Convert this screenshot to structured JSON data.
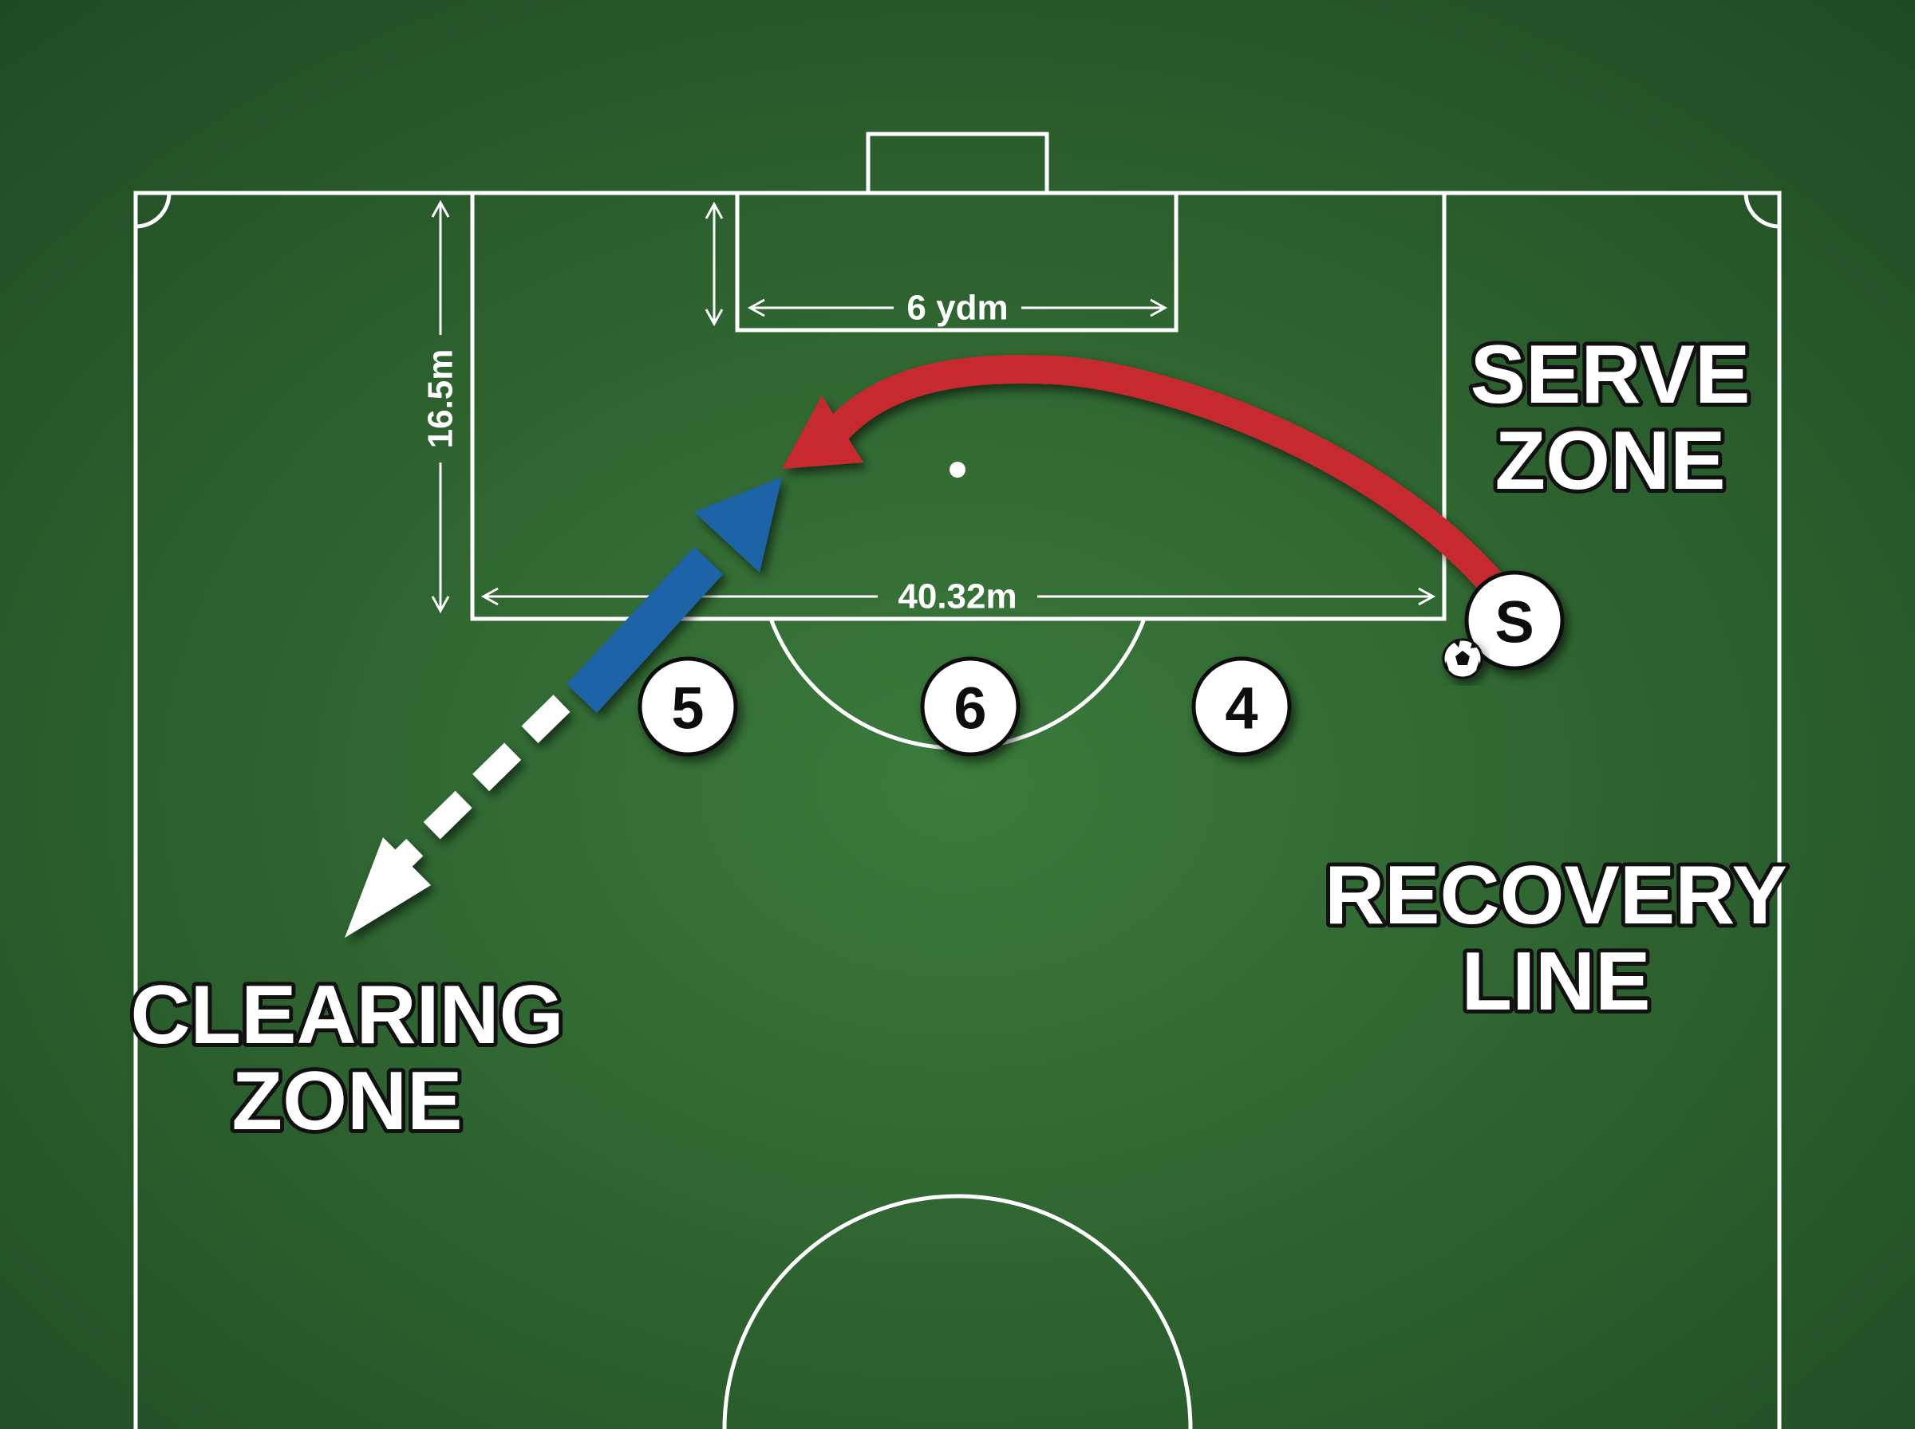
{
  "colors": {
    "pitch_center": "#3a7a3c",
    "pitch_edge": "#204a22",
    "lines": "#ffffff",
    "serve_arrow": "#c62a2f",
    "run_arrow": "#1f63a8",
    "clear_arrow": "#ffffff",
    "marker_fill": "#ffffff",
    "marker_text": "#111111"
  },
  "dimensions": {
    "goal_area_width": "6 ydm",
    "penalty_area_depth": "16.5m",
    "penalty_area_width": "40.32m"
  },
  "zones": {
    "serve": [
      "SERVE",
      "ZONE"
    ],
    "recovery": [
      "RECOVERY",
      "LINE"
    ],
    "clearing": [
      "CLEARING",
      "ZONE"
    ]
  },
  "players": [
    {
      "id": "server",
      "label": "S"
    },
    {
      "id": "player-5",
      "label": "5"
    },
    {
      "id": "player-6",
      "label": "6"
    },
    {
      "id": "player-4",
      "label": "4"
    }
  ],
  "icons": {
    "ball": "soccer-ball-icon"
  }
}
